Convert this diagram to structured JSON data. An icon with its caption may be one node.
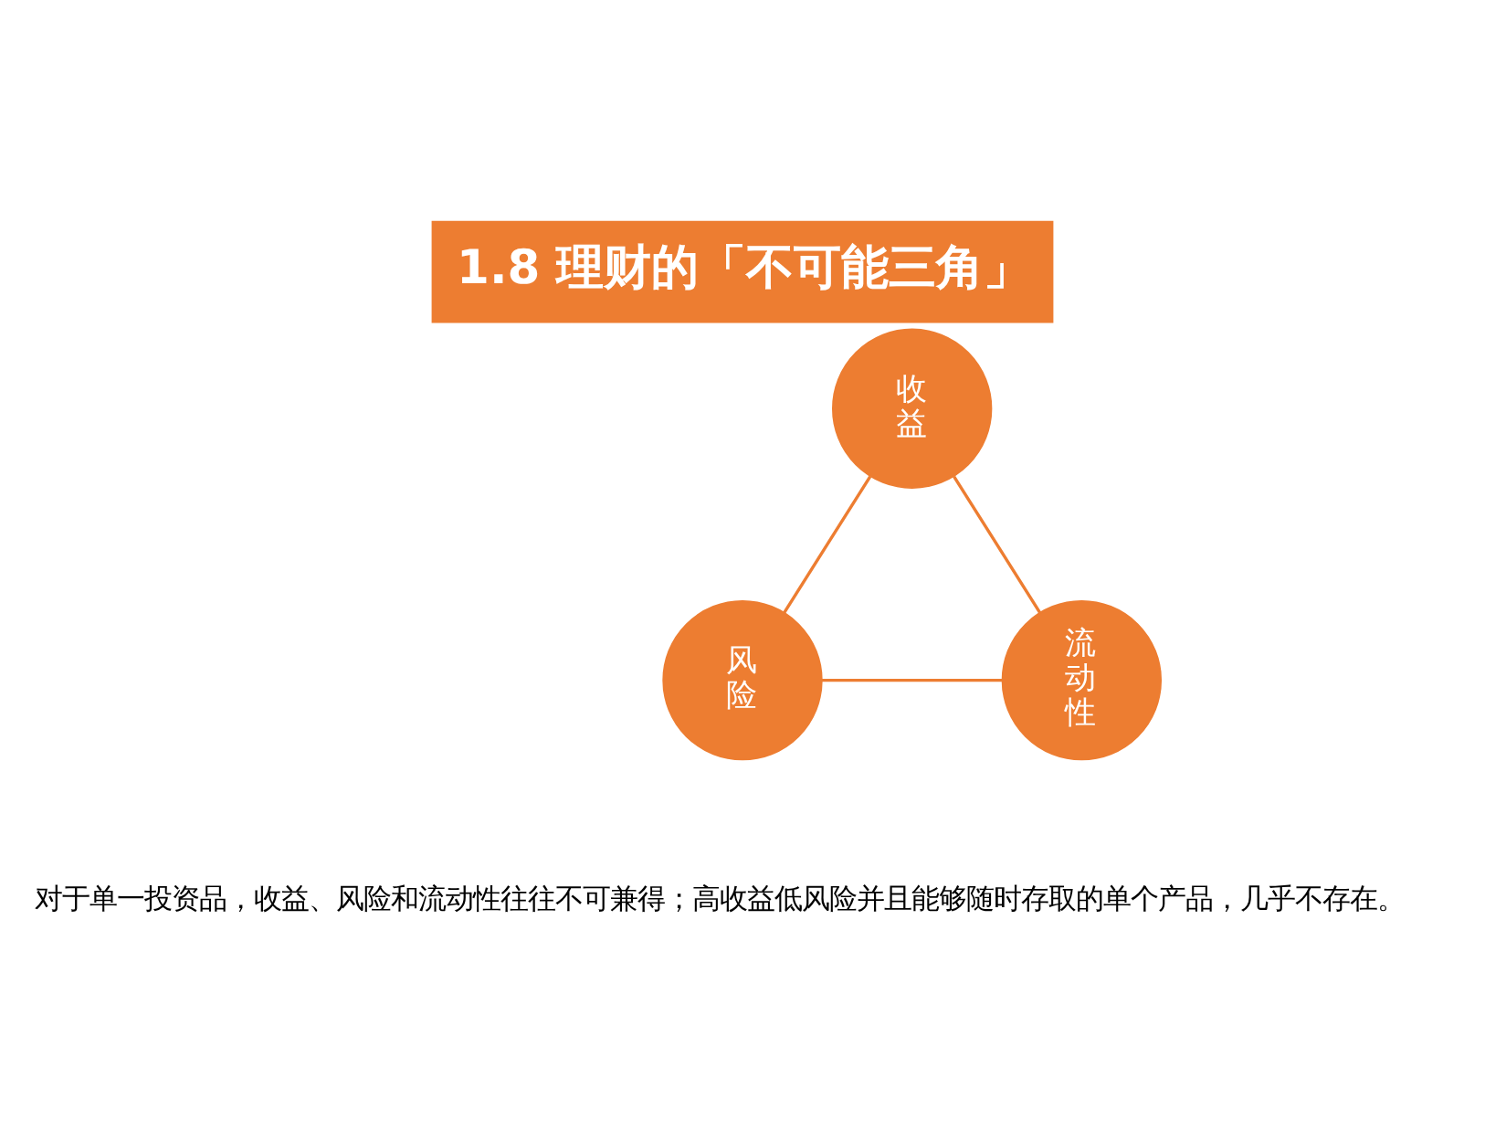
{
  "diagram": {
    "title": "1.8 理财的「不可能三角」",
    "caption": "对于单一投资品，收益、风险和流动性往往不可兼得；高收益低风险并且能够随时存取的单个产品，几乎不存在。",
    "nodes": [
      {
        "text": [
          "收益"
        ]
      },
      {
        "text": [
          "风险"
        ]
      },
      {
        "text": [
          "流动性"
        ]
      }
    ],
    "edges": [
      {
        "from": 0,
        "to": 1,
        "arrow": "none"
      },
      {
        "from": 1,
        "to": 2,
        "arrow": "none"
      },
      {
        "from": 0,
        "to": 2,
        "arrow": "none"
      }
    ]
  }
}
